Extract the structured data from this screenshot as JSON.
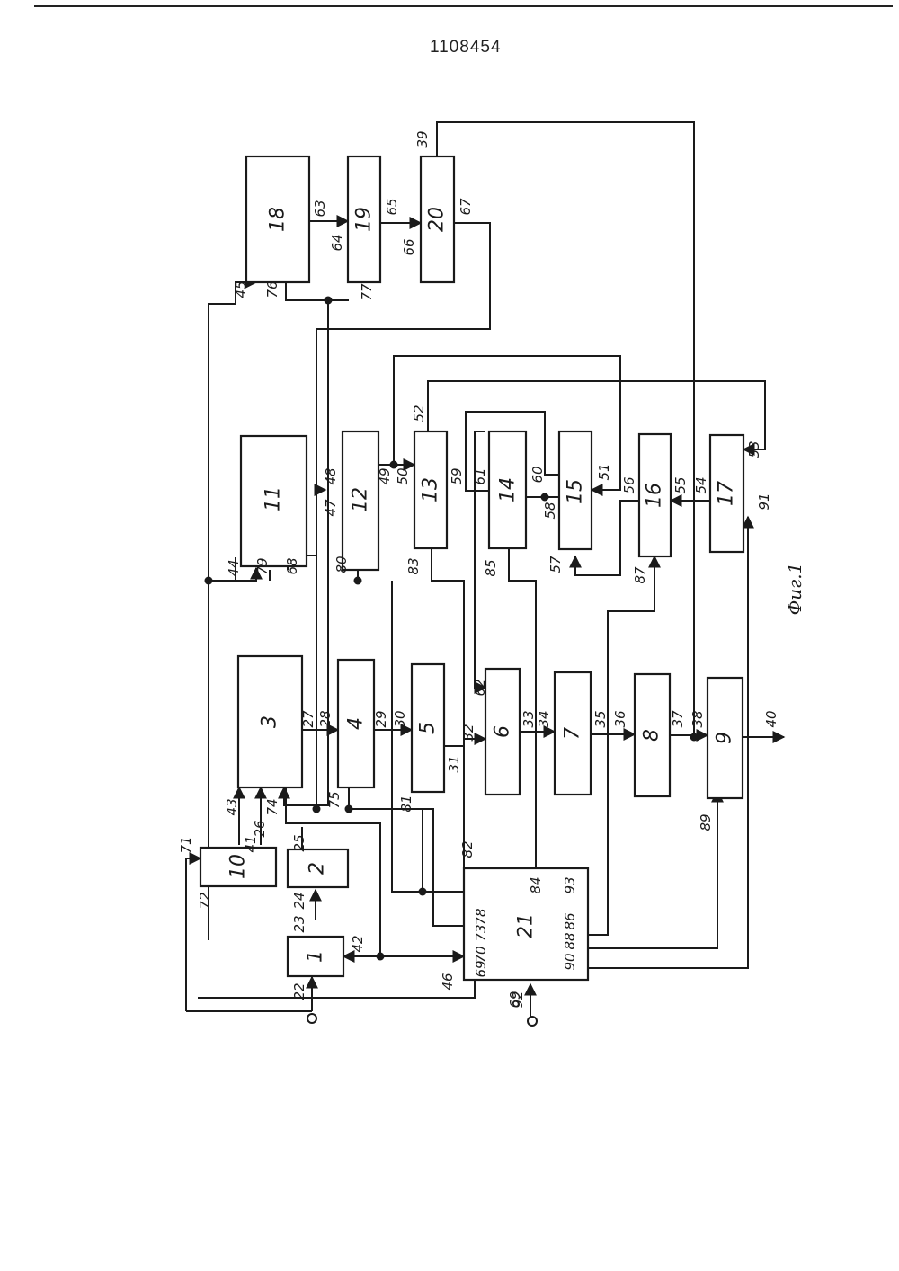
{
  "document": {
    "patent_number": "1108454",
    "figure_caption": "Фиг.1"
  },
  "blocks": [
    {
      "id": "b1",
      "label": "1"
    },
    {
      "id": "b2",
      "label": "2"
    },
    {
      "id": "b3",
      "label": "3"
    },
    {
      "id": "b4",
      "label": "4"
    },
    {
      "id": "b5",
      "label": "5"
    },
    {
      "id": "b6",
      "label": "6"
    },
    {
      "id": "b7",
      "label": "7"
    },
    {
      "id": "b8",
      "label": "8"
    },
    {
      "id": "b9",
      "label": "9"
    },
    {
      "id": "b10",
      "label": "10"
    },
    {
      "id": "b11",
      "label": "11"
    },
    {
      "id": "b12",
      "label": "12"
    },
    {
      "id": "b13",
      "label": "13"
    },
    {
      "id": "b14",
      "label": "14"
    },
    {
      "id": "b15",
      "label": "15"
    },
    {
      "id": "b16",
      "label": "16"
    },
    {
      "id": "b17",
      "label": "17"
    },
    {
      "id": "b18",
      "label": "18"
    },
    {
      "id": "b19",
      "label": "19"
    },
    {
      "id": "b20",
      "label": "20"
    },
    {
      "id": "b21",
      "label": "21"
    }
  ],
  "pin_labels": [
    "22",
    "23",
    "24",
    "25",
    "26",
    "27",
    "28",
    "29",
    "30",
    "31",
    "32",
    "33",
    "34",
    "35",
    "36",
    "37",
    "38",
    "39",
    "40",
    "41",
    "42",
    "43",
    "44",
    "45",
    "46",
    "47",
    "48",
    "49",
    "50",
    "51",
    "52",
    "53",
    "54",
    "55",
    "56",
    "57",
    "58",
    "59",
    "60",
    "61",
    "62",
    "63",
    "64",
    "65",
    "66",
    "67",
    "68",
    "69",
    "70",
    "71",
    "72",
    "73",
    "74",
    "75",
    "76",
    "77",
    "78",
    "79",
    "80",
    "81",
    "82",
    "83",
    "84",
    "85",
    "86",
    "87",
    "88",
    "89",
    "90",
    "91",
    "92",
    "93"
  ]
}
